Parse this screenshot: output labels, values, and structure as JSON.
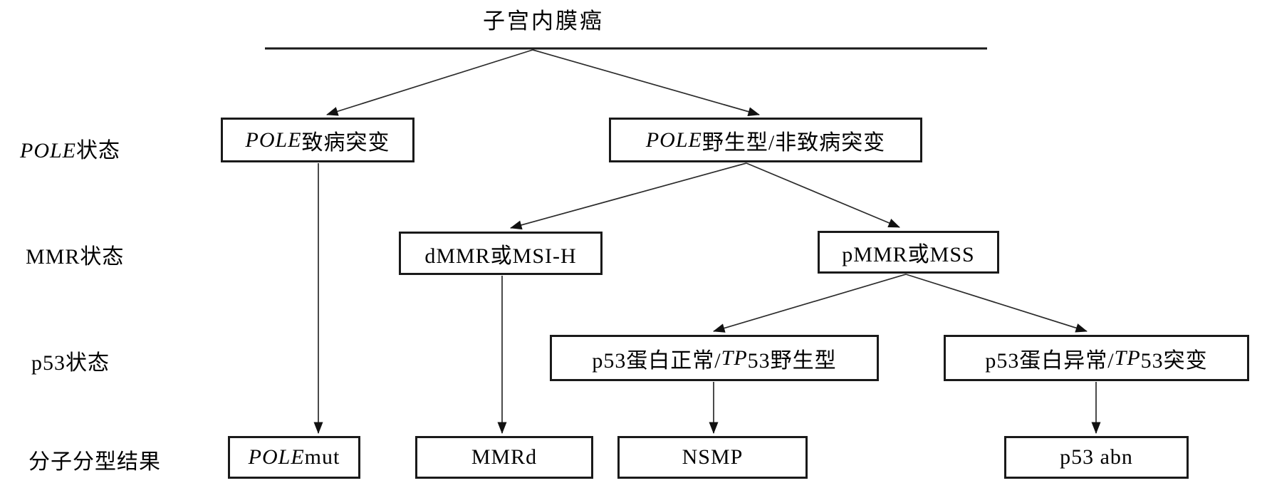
{
  "meta": {
    "background_color": "#ffffff",
    "line_color": "#1a1a1a",
    "text_color": "#000000",
    "diagram_type": "flowchart"
  },
  "title": "子宫内膜癌",
  "row_labels": {
    "pole_status": {
      "runs": [
        {
          "t": "POLE",
          "i": true
        },
        {
          "t": "状态",
          "i": false
        }
      ]
    },
    "mmr_status": {
      "runs": [
        {
          "t": "MMR状态",
          "i": false
        }
      ]
    },
    "p53_status": {
      "runs": [
        {
          "t": "p53状态",
          "i": false
        }
      ]
    },
    "result_label": {
      "runs": [
        {
          "t": "分子分型结果",
          "i": false
        }
      ]
    }
  },
  "nodes": {
    "pole_pathogenic": {
      "runs": [
        {
          "t": "POLE",
          "i": true
        },
        {
          "t": "致病突变",
          "i": false
        }
      ]
    },
    "pole_wildtype": {
      "runs": [
        {
          "t": "POLE",
          "i": true
        },
        {
          "t": "野生型/非致病突变",
          "i": false
        }
      ]
    },
    "dmmr_msih": {
      "runs": [
        {
          "t": "dMMR或MSI-H",
          "i": false
        }
      ]
    },
    "pmmr_mss": {
      "runs": [
        {
          "t": "pMMR或MSS",
          "i": false
        }
      ]
    },
    "p53_normal": {
      "runs": [
        {
          "t": "p53蛋白正常/",
          "i": false
        },
        {
          "t": "TP",
          "i": true
        },
        {
          "t": "53野生型",
          "i": false
        }
      ]
    },
    "p53_abnormal": {
      "runs": [
        {
          "t": "p53蛋白异常/",
          "i": false
        },
        {
          "t": "TP",
          "i": true
        },
        {
          "t": "53突变",
          "i": false
        }
      ]
    },
    "result_pole_mut": {
      "runs": [
        {
          "t": "POLE",
          "i": true
        },
        {
          "t": " mut",
          "i": false
        }
      ]
    },
    "result_mmrd": {
      "runs": [
        {
          "t": "MMRd",
          "i": false
        }
      ]
    },
    "result_nsmp": {
      "runs": [
        {
          "t": "NSMP",
          "i": false
        }
      ]
    },
    "result_p53_abn": {
      "runs": [
        {
          "t": "p53 abn",
          "i": false
        }
      ]
    }
  },
  "edges": [
    {
      "from": "endometrial-cancer",
      "to": "pole-pathogenic-mutation"
    },
    {
      "from": "endometrial-cancer",
      "to": "pole-wildtype-nonpathogenic"
    },
    {
      "from": "pole-pathogenic-mutation",
      "to": "result-pole-mut"
    },
    {
      "from": "pole-wildtype-nonpathogenic",
      "to": "dmmr-or-msi-h"
    },
    {
      "from": "pole-wildtype-nonpathogenic",
      "to": "pmmr-or-mss"
    },
    {
      "from": "dmmr-or-msi-h",
      "to": "result-mmrd"
    },
    {
      "from": "pmmr-or-mss",
      "to": "p53-normal-tp53-wildtype"
    },
    {
      "from": "pmmr-or-mss",
      "to": "p53-abnormal-tp53-mutant"
    },
    {
      "from": "p53-normal-tp53-wildtype",
      "to": "result-nsmp"
    },
    {
      "from": "p53-abnormal-tp53-mutant",
      "to": "result-p53-abn"
    }
  ]
}
